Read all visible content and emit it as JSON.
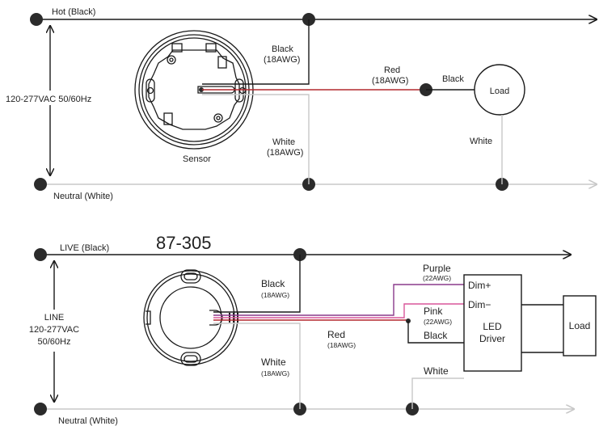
{
  "top": {
    "hot": "Hot (Black)",
    "neutral": "Neutral (White)",
    "voltage": "120-277VAC 50/60Hz",
    "black": "Black",
    "black_gauge": "(18AWG)",
    "red": "Red",
    "red_gauge": "(18AWG)",
    "black_to_load": "Black",
    "load": "Load",
    "white_load": "White",
    "white": "White",
    "white_gauge": "(18AWG)",
    "sensor": "Sensor"
  },
  "bottom": {
    "model": "87-305",
    "live": "LIVE (Black)",
    "line": "LINE",
    "voltage": "120-277VAC",
    "freq": "50/60Hz",
    "neutral": "Neutral (White)",
    "black": "Black",
    "black_gauge": "(18AWG)",
    "white": "White",
    "white_gauge": "(18AWG)",
    "red": "Red",
    "red_gauge": "(18AWG)",
    "purple": "Purple",
    "purple_gauge": "(22AWG)",
    "pink": "Pink",
    "pink_gauge": "(22AWG)",
    "black_driver": "Black",
    "white_driver": "White",
    "dim_plus": "Dim+",
    "dim_minus": "Dim−",
    "driver_line1": "LED",
    "driver_line2": "Driver",
    "load": "Load"
  },
  "colors": {
    "black_wire": "#1a1a1a",
    "white_wire": "#c8c8c8",
    "red_wire": "#b3282e",
    "purple_wire": "#8a3a8c",
    "pink_wire": "#d9579a"
  }
}
